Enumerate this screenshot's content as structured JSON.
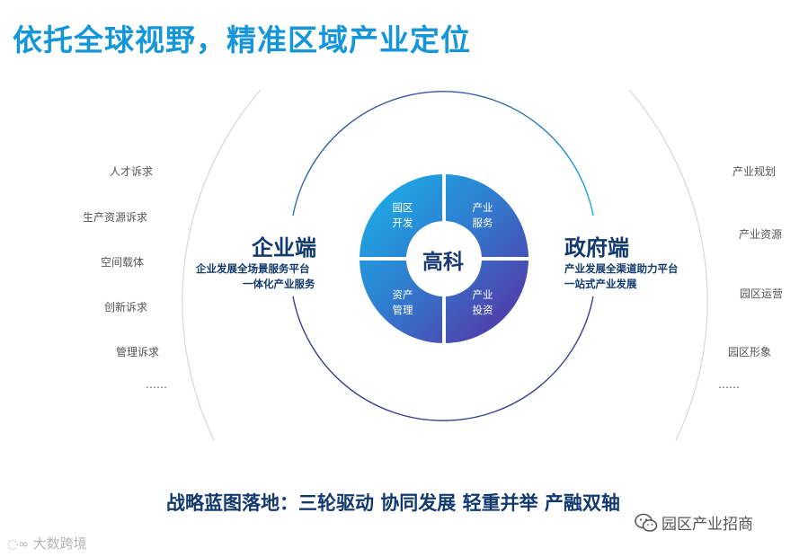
{
  "title": "依托全球视野，精准区域产业定位",
  "left_items": [
    "人才诉求",
    "生产资源诉求",
    "空间载体",
    "创新诉求",
    "管理诉求",
    "……"
  ],
  "right_items": [
    "产业规划",
    "产业资源",
    "园区运营",
    "园区形象",
    "……"
  ],
  "enterprise": {
    "heading": "企业端",
    "line1": "企业发展全场景服务平台",
    "line2": "一体化产业服务"
  },
  "government": {
    "heading": "政府端",
    "line1": "产业发展全渠道助力平台",
    "line2": "一站式产业发展"
  },
  "center": "高科",
  "quadrants": {
    "top_left": [
      "园区",
      "开发"
    ],
    "top_right": [
      "产业",
      "服务"
    ],
    "bottom_left": [
      "资产",
      "管理"
    ],
    "bottom_right": [
      "产业",
      "投资"
    ]
  },
  "strategy": "战略蓝图落地：三轮驱动 协同发展 轻重并举 产融双轴",
  "watermark_left": "大数跨境",
  "watermark_right": "园区产业招商",
  "colors": {
    "title": "#1496d8",
    "navy": "#123a6e",
    "gradient_start": "#1ab0e8",
    "gradient_end": "#5b2aa0"
  }
}
